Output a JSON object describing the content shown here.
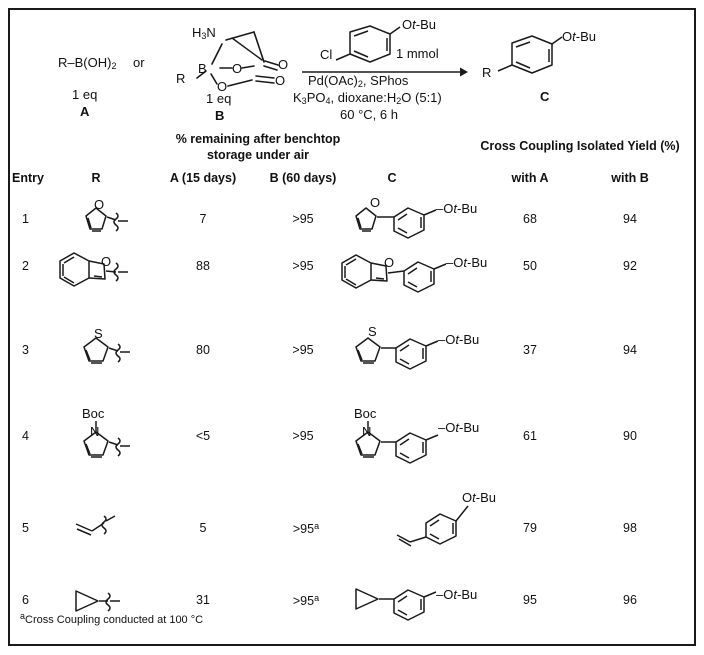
{
  "scheme": {
    "reagent_a": {
      "formula_pre": "R",
      "formula_dash": "–",
      "formula_post": "B(OH)",
      "formula_sub": "2",
      "eq": "1 eq",
      "label": "A"
    },
    "or_label": "or",
    "reagent_b": {
      "n_label_pre": "H",
      "n_label_sub": "3",
      "n_label_post": "N",
      "r_label": "R",
      "b_label": "B",
      "o_label_1": "O",
      "o_label_2": "O",
      "o_label_3": "O",
      "o_label_4": "O",
      "eq": "1 eq",
      "label": "B"
    },
    "aryl_chloride": {
      "cl": "Cl",
      "otbu_o": "O",
      "otbu_t": "t",
      "otbu_bu": "-Bu",
      "amount": "1 mmol"
    },
    "conditions": [
      {
        "pre": "Pd(OAc)",
        "sub": "2",
        "post": ", SPhos"
      },
      {
        "pre": "K",
        "sub": "3",
        "post": "PO",
        "sub2": "4",
        "post2": ", dioxane:H",
        "sub3": "2",
        "post3": "O (5:1)"
      },
      {
        "pre": "60 °C, 6 h",
        "sub": "",
        "post": ""
      }
    ],
    "conditions_plain": [
      "Pd(OAc)2, SPhos",
      "K3PO4, dioxane:H2O (5:1)",
      "60 °C, 6 h"
    ],
    "product": {
      "r": "R",
      "otbu_o": "O",
      "otbu_t": "t",
      "otbu_bu": "-Bu",
      "label": "C"
    }
  },
  "table": {
    "group_headers": {
      "stability": {
        "line1": "% remaining after benchtop",
        "line2": "storage under air"
      },
      "yield": "Cross Coupling Isolated Yield (%)"
    },
    "columns": [
      {
        "key": "entry",
        "label": "Entry"
      },
      {
        "key": "r",
        "label": "R"
      },
      {
        "key": "a_days",
        "label": "A (15 days)"
      },
      {
        "key": "b_days",
        "label": "B (60 days)"
      },
      {
        "key": "c",
        "label": "C"
      },
      {
        "key": "with_a",
        "label": "with A"
      },
      {
        "key": "with_b",
        "label": "with B"
      }
    ],
    "rows": [
      {
        "entry": "1",
        "r_name": "furan-2-yl",
        "a_days": "7",
        "b_days": ">95",
        "c_name": "2-(4-(tert-butoxy)phenyl)furan",
        "with_a": "68",
        "with_b": "94"
      },
      {
        "entry": "2",
        "r_name": "benzofuran-2-yl",
        "a_days": "88",
        "b_days": ">95",
        "c_name": "2-(4-(tert-butoxy)phenyl)benzofuran",
        "with_a": "50",
        "with_b": "92"
      },
      {
        "entry": "3",
        "r_name": "thiophen-2-yl",
        "a_days": "80",
        "b_days": ">95",
        "c_name": "2-(4-(tert-butoxy)phenyl)thiophene",
        "with_a": "37",
        "with_b": "94"
      },
      {
        "entry": "4",
        "r_name": "N-Boc-pyrrol-2-yl",
        "a_days": "<5",
        "b_days": ">95",
        "c_name": "N-Boc-2-(4-(tert-butoxy)phenyl)pyrrole",
        "with_a": "61",
        "with_b": "90"
      },
      {
        "entry": "5",
        "r_name": "vinyl",
        "a_days": "5",
        "b_days": ">95",
        "b_days_sup": "a",
        "c_name": "1-(tert-butoxy)-4-vinylbenzene",
        "with_a": "79",
        "with_b": "98"
      },
      {
        "entry": "6",
        "r_name": "cyclopropyl",
        "a_days": "31",
        "b_days": ">95",
        "b_days_sup": "a",
        "c_name": "1-(tert-butoxy)-4-cyclopropylbenzene",
        "with_a": "95",
        "with_b": "96"
      }
    ],
    "labels": {
      "boc": "Boc",
      "n_atom": "N",
      "o_atom": "O",
      "s_atom": "S",
      "otbu_o": "O",
      "otbu_t": "t",
      "otbu_bu": "-Bu"
    },
    "footnote": {
      "marker": "a",
      "text": "Cross Coupling conducted at 100 °C"
    }
  },
  "colors": {
    "ink": "#1a1a1a",
    "background": "#ffffff",
    "border": "#1a1a1a"
  }
}
